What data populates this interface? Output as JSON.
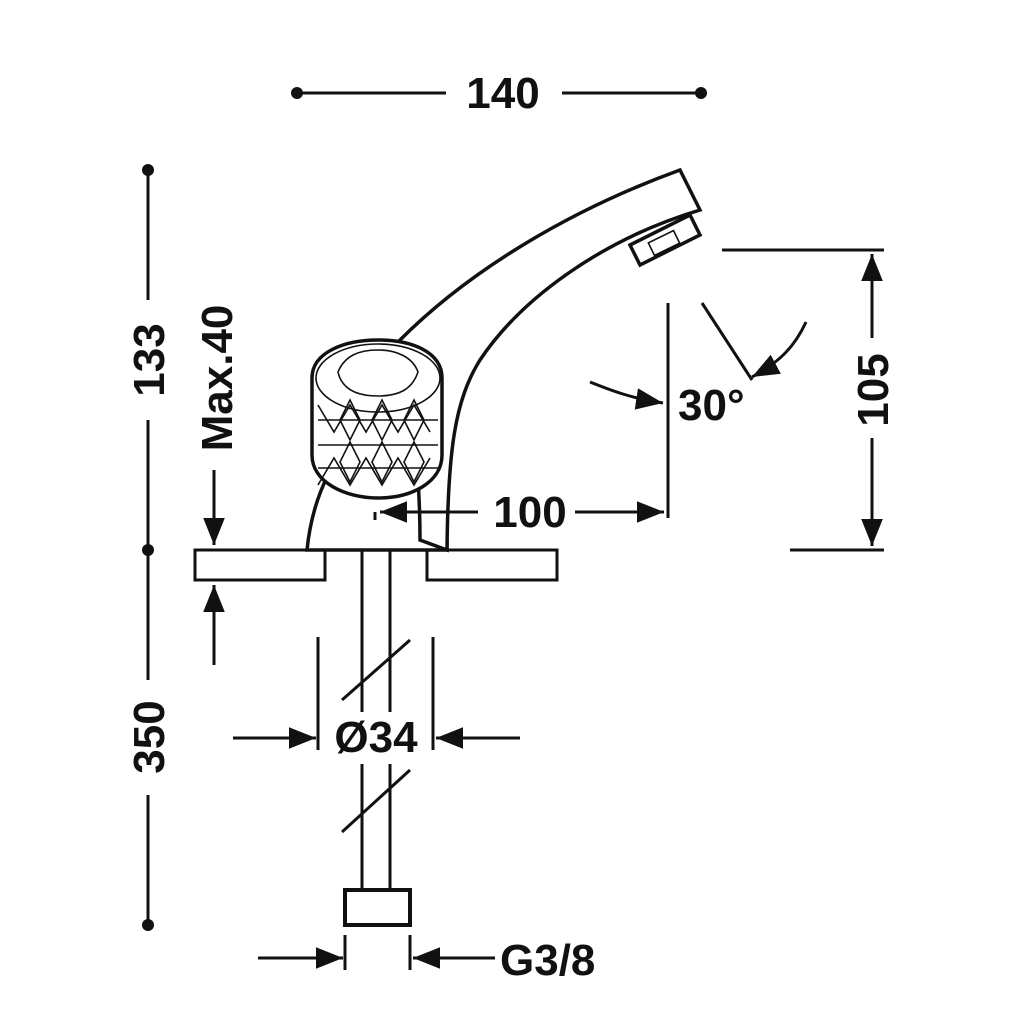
{
  "dimensions": {
    "width": "140",
    "total_height": "133",
    "max_deck": "Max.40",
    "spout_height": "105",
    "angle": "30°",
    "spout_reach": "100",
    "hose_length": "350",
    "hose_diameter": "Ø34",
    "connection": "G3/8"
  },
  "colors": {
    "stroke": "#111111",
    "background": "#ffffff"
  }
}
